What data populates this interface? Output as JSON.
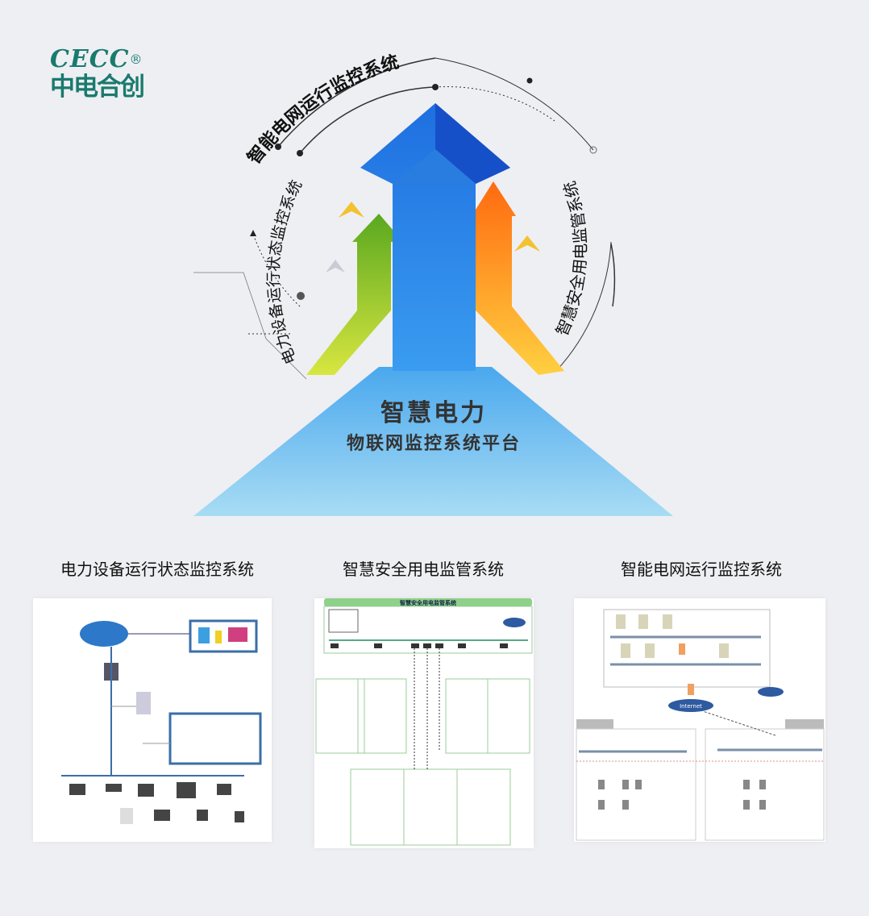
{
  "logo": {
    "en": "CECC",
    "reg": "®",
    "cn": "中电合创"
  },
  "hero": {
    "arc_outer": "智能电网运行监控系统",
    "arc_left": "电力设备运行状态监控系统",
    "arc_right": "智慧安全用电监管系统",
    "main_title": "智慧电力",
    "sub_title": "物联网监控系统平台"
  },
  "sections": [
    {
      "title": "电力设备运行状态监控系统"
    },
    {
      "title": "智慧安全用电监管系统",
      "diagram_header": "智慧安全用电监管系统"
    },
    {
      "title": "智能电网运行监控系统",
      "cloud_label": "Internet"
    }
  ],
  "colors": {
    "brand": "#1a7a6e",
    "blue": "#2a7de0",
    "green": "#9ccc2a",
    "orange": "#ff9a1a",
    "sky": "#7cc8f0"
  }
}
